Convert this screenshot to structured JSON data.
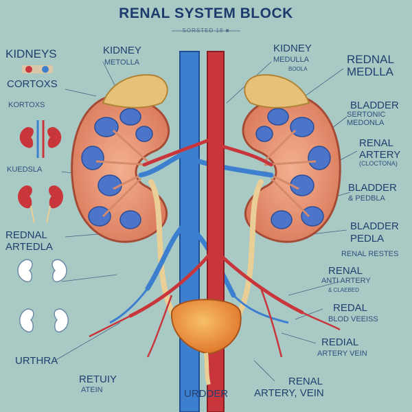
{
  "title": "RENAL SYSTEM BLOCK",
  "subtitle": "SORSTED 18 ■",
  "colors": {
    "background": "#a9c9c4",
    "vena": "#3d7fcf",
    "artery": "#c8353a",
    "kidney": "#e08d6e",
    "adrenal": "#e7c07a",
    "bladder": "#e98a3c",
    "text": "#1f3f6e",
    "accent_text": "#a4262c"
  },
  "left_labels": {
    "kidneys": "KIDNEYS",
    "cortoxs_1": "CORTOXS",
    "kortoxs": "KORTOXS",
    "kuedsla": "KUEDSLA",
    "rednal_artedla_1": "REDNAL",
    "rednal_artedla_2": "ARTEDLA",
    "urthra": "URTHRA",
    "retuiy_1": "RETUIY",
    "retuiy_2": "ATEIN"
  },
  "top_labels": {
    "kidney_left_1": "KIDNEY",
    "kidney_left_2": "METOLLA",
    "kidney_right_1": "KIDNEY",
    "kidney_right_2": "MEDULLA",
    "kidney_right_3": "BOOLA"
  },
  "right_labels": {
    "rednal_medlla_1": "REDNAL",
    "rednal_medlla_2": "MEDLLA",
    "bladder_1": "BLADDER",
    "bladder_1_sub_1": "SERTONIC",
    "bladder_1_sub_2": "MEDONLA",
    "renal_artery_1": "RENAL",
    "renal_artery_2": "ARTERY",
    "renal_artery_3": "(CLOCTONA)",
    "bladder_2": "BLADDER",
    "bladder_2_sub": "& PEDBLA",
    "bladder_3_1": "BLADDER",
    "bladder_3_2": "PEDLA",
    "renal_restes": "RENAL RESTES",
    "renal_anti_1": "RENAL",
    "renal_anti_2": "ANTI ARTERY",
    "renal_anti_3": "& CLAEBED",
    "redal_blod_1": "REDAL",
    "redal_blod_2": "BLOD VEEISS",
    "redial_1": "REDIAL",
    "redial_2": "ARTERY VEIN",
    "renal_vein_1": "RENAL",
    "renal_vein_2": "ARTERY, VEIN"
  },
  "bottom_labels": {
    "urdder": "URDDER"
  },
  "icon_names": [
    "kidney-color-icon",
    "kidney-outline-icon"
  ]
}
